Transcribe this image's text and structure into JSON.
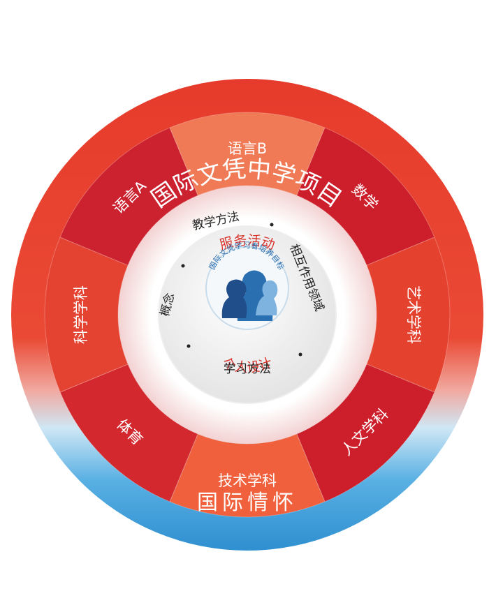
{
  "programme_title": "国际文凭中学项目",
  "outer_bottom_label": "国际情怀",
  "subject_groups": [
    "语言B",
    "数学",
    "艺术学科",
    "人文学科",
    "技术学科",
    "体育",
    "科学学科",
    "语言A"
  ],
  "inner_ring": {
    "top": "服务活动",
    "bottom": "个人设计"
  },
  "core_labels": {
    "top": "教学方法",
    "right": "相互作用领域",
    "bottom": "学习方法",
    "left": "概念"
  },
  "learner_profile": "国际文凭学习者培养目标",
  "colors": {
    "outer_red": "#e8432e",
    "outer_blue": "#3a9bd9",
    "sector_dark": "#d42b2a",
    "sector_light": "#ee6a45",
    "ring_pink": "#f6dede",
    "center_blue": "#2a6fb0"
  }
}
